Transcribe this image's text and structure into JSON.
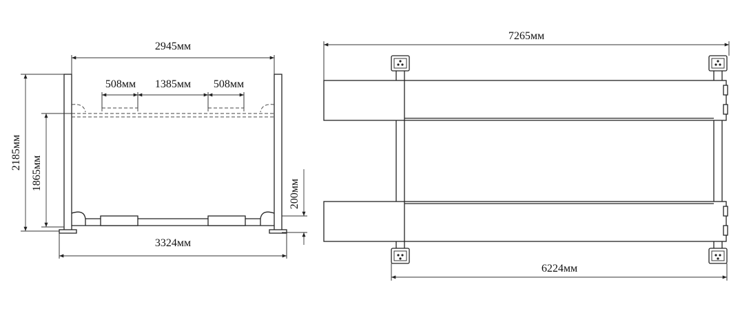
{
  "front_view": {
    "dims": {
      "top_width": "2945мм",
      "bottom_width": "3324мм",
      "total_height": "2185мм",
      "lift_height": "1865мм",
      "platform_height": "200мм",
      "left_track": "508мм",
      "center_gap": "1385мм",
      "right_track": "508мм"
    }
  },
  "top_view": {
    "dims": {
      "total_length": "7265мм",
      "column_spacing": "6224мм"
    }
  }
}
